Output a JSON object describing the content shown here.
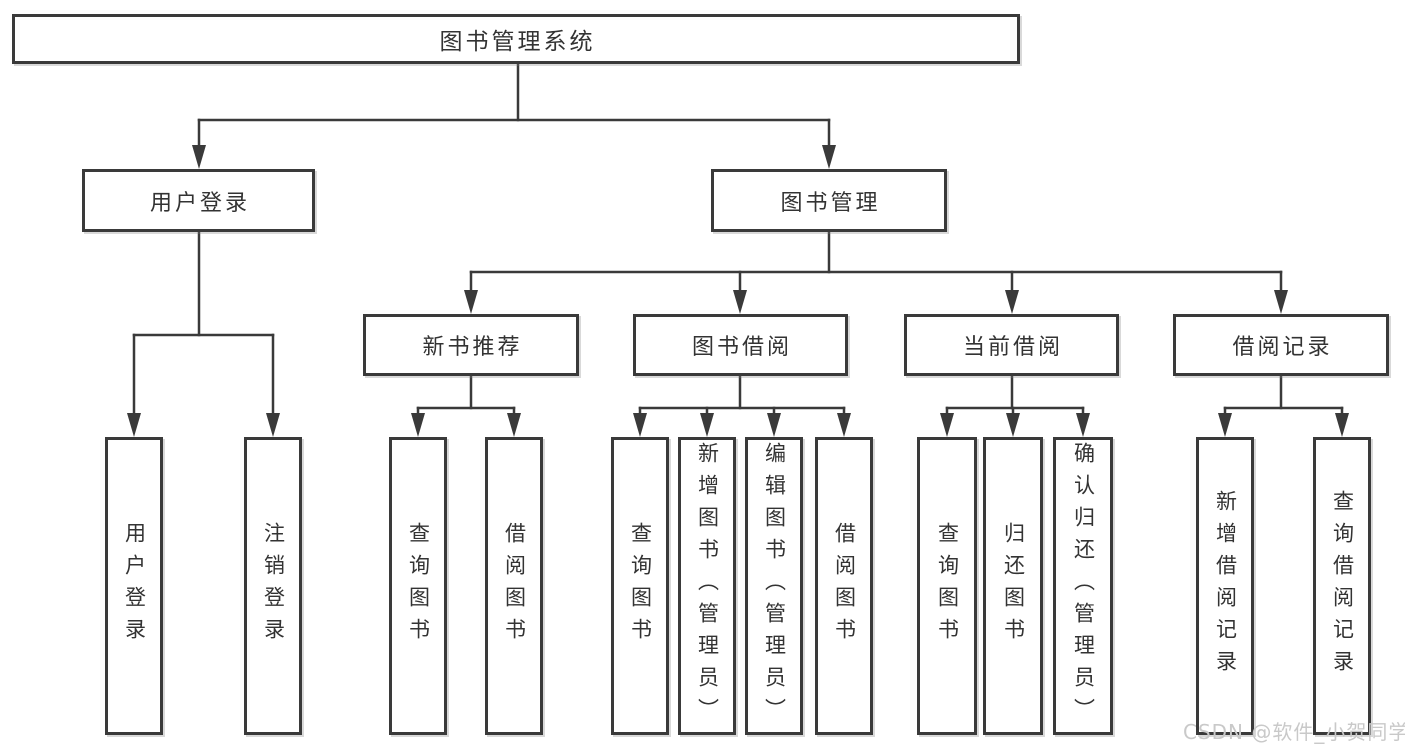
{
  "nodes": {
    "root": "图书管理系统",
    "userLogin": "用户登录",
    "bookMgmt": "图书管理",
    "newBookRec": "新书推荐",
    "bookBorrow": "图书借阅",
    "currentBorrow": "当前借阅",
    "borrowRecord": "借阅记录",
    "leaves": {
      "userLogin": "用户登录",
      "logout": "注销登录",
      "queryBookA": "查询图书",
      "borrowBookA": "借阅图书",
      "queryBookB": "查询图书",
      "addBook": "新增图书（管理员）",
      "editBook": "编辑图书（管理员）",
      "borrowBookB": "借阅图书",
      "queryBookC": "查询图书",
      "returnBook": "归还图书",
      "confirmReturn": "确认归还（管理员）",
      "addBorrowRecord": "新增借阅记录",
      "queryBorrowRecord": "查询借阅记录"
    }
  },
  "watermark": "CSDN @软件_小贺同学",
  "colors": {
    "line": "#3a3a3a",
    "text": "#333333",
    "watermark": "#c9c9c9",
    "background": "#ffffff"
  }
}
